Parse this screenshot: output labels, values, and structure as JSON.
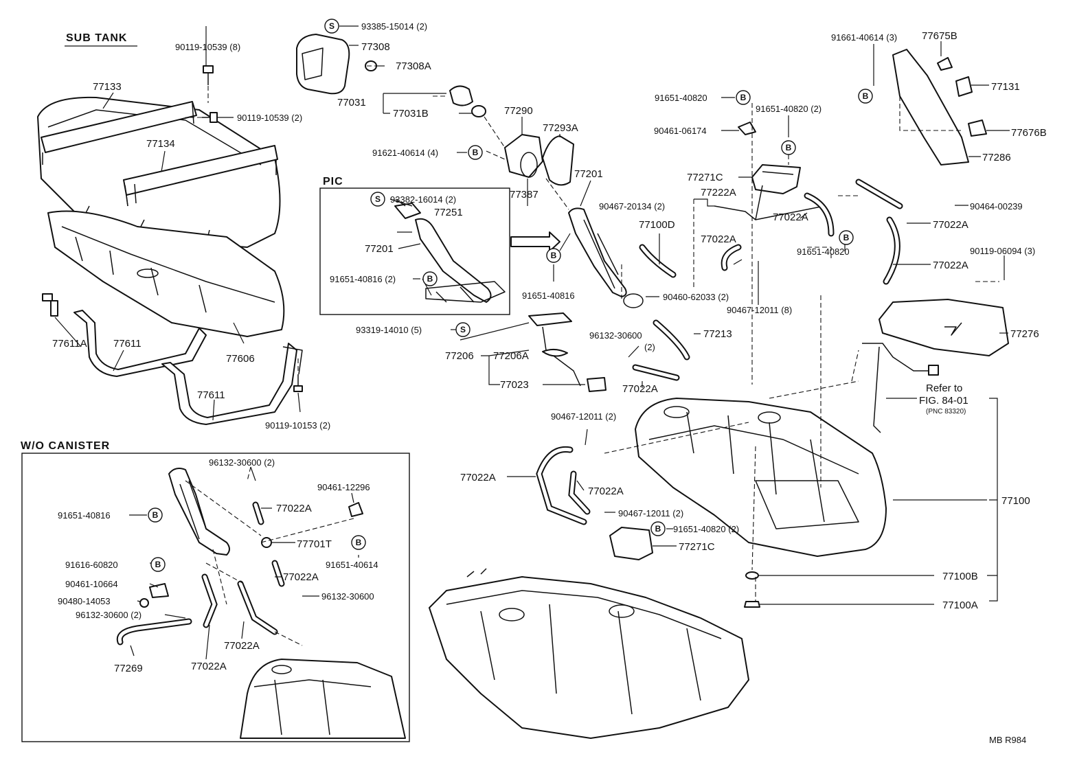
{
  "sections": {
    "sub_tank": "SUB TANK",
    "pic": "PIC",
    "wo_canister": "W/O CANISTER"
  },
  "symbols": {
    "b": "B",
    "s": "S"
  },
  "labels": {
    "l_93385": "93385-15014 (2)",
    "l_77308": "77308",
    "l_77308A": "77308A",
    "l_77031": "77031",
    "l_77031B": "77031B",
    "l_77290": "77290",
    "l_77293A": "77293A",
    "l_91621": "91621-40614 (4)",
    "l_77387": "77387",
    "l_77201_main": "77201",
    "l_90119_10539_8": "90119-10539 (8)",
    "l_90119_10539_2": "90119-10539 (2)",
    "l_77133": "77133",
    "l_77134": "77134",
    "l_77611A": "77611A",
    "l_77611_a": "77611",
    "l_77611_b": "77611",
    "l_77606": "77606",
    "l_90119_10153": "90119-10153 (2)",
    "l_pic_93382": "93382-16014 (2)",
    "l_pic_77251": "77251",
    "l_pic_77201": "77201",
    "l_pic_91651_40816": "91651-40816 (2)",
    "l_93319": "93319-14010 (5)",
    "l_77206": "77206",
    "l_77206A": "77206A",
    "l_77023": "77023",
    "l_91651_40816_main": "91651-40816",
    "l_90467_20134": "90467-20134 (2)",
    "l_77100D": "77100D",
    "l_90460_62033": "90460-62033 (2)",
    "l_77213": "77213",
    "l_96132_30600_main": "96132-30600",
    "l_96132_30600_main_q": "(2)",
    "l_77022A_mid": "77022A",
    "l_91651_40820_top": "91651-40820",
    "l_90461_06174": "90461-06174",
    "l_91651_40820_2_top": "91651-40820 (2)",
    "l_77271C_top": "77271C",
    "l_77222A": "77222A",
    "l_77022A_r1": "77022A",
    "l_77022A_r2": "77022A",
    "l_91651_40820_r": "91651-40820",
    "l_90467_12011_8": "90467-12011 (8)",
    "l_91661": "91661-40614 (3)",
    "l_77675B": "77675B",
    "l_77131": "77131",
    "l_77676B": "77676B",
    "l_77286": "77286",
    "l_90464": "90464-00239",
    "l_77022A_r3": "77022A",
    "l_77022A_r4": "77022A",
    "l_90119_06094": "90119-06094 (3)",
    "l_77276": "77276",
    "l_refer1": "Refer to",
    "l_refer2": "FIG. 84-01",
    "l_refer3": "(PNC 83320)",
    "l_90467_12011_2a": "90467-12011 (2)",
    "l_77022A_b1": "77022A",
    "l_77022A_b2": "77022A",
    "l_90467_12011_2b": "90467-12011 (2)",
    "l_91651_40820_2_b": "91651-40820 (2)",
    "l_77271C_b": "77271C",
    "l_77100": "77100",
    "l_77100B": "77100B",
    "l_77100A": "77100A",
    "l_wo_96132_30600_2": "96132-30600 (2)",
    "l_wo_77022A_1": "77022A",
    "l_wo_90461_12296": "90461-12296",
    "l_wo_91651_40816": "91651-40816",
    "l_wo_77701T": "77701T",
    "l_wo_91651_40614": "91651-40614",
    "l_wo_91616": "91616-60820",
    "l_wo_90461_10664": "90461-10664",
    "l_wo_90480": "90480-14053",
    "l_wo_96132_30600_2b": "96132-30600 (2)",
    "l_wo_77022A_2": "77022A",
    "l_wo_96132_30600": "96132-30600",
    "l_wo_77269": "77269",
    "l_wo_77022A_3": "77022A",
    "l_wo_77022A_4": "77022A"
  },
  "footer_code": "MB R984"
}
